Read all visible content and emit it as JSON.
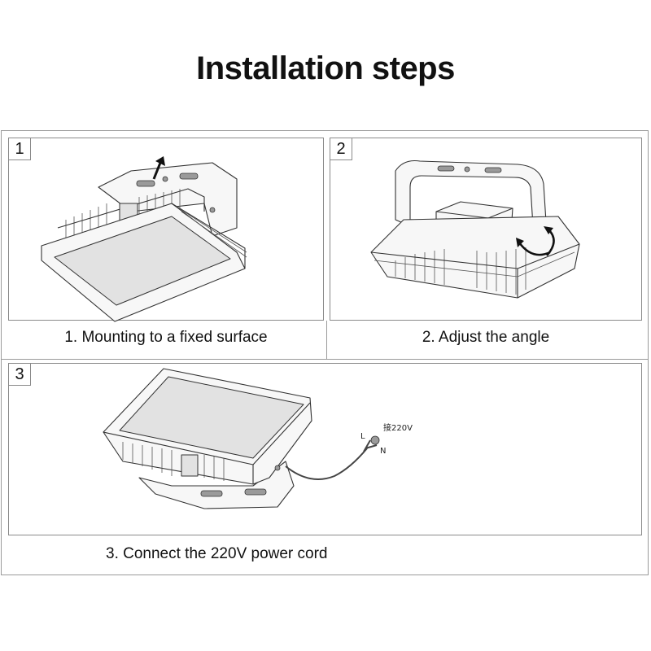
{
  "title": "Installation steps",
  "steps": [
    {
      "number": "1",
      "caption": "1. Mounting to a fixed surface"
    },
    {
      "number": "2",
      "caption": "2. Adjust the angle"
    },
    {
      "number": "3",
      "caption": "3. Connect the 220V power cord"
    }
  ],
  "wiring": {
    "live": "L",
    "neutral": "N",
    "voltage": "接220V"
  }
}
